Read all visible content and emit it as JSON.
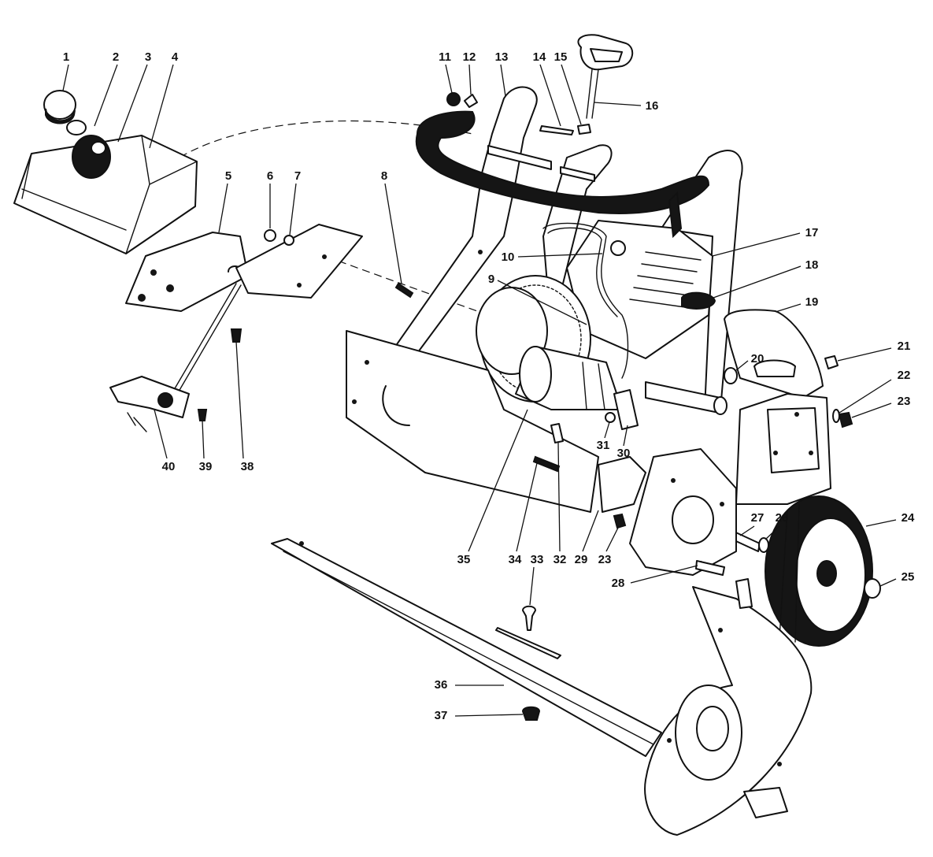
{
  "diagram": {
    "callouts": [
      {
        "id": "c1",
        "label": "1"
      },
      {
        "id": "c2",
        "label": "2"
      },
      {
        "id": "c3",
        "label": "3"
      },
      {
        "id": "c4",
        "label": "4"
      },
      {
        "id": "c5",
        "label": "5"
      },
      {
        "id": "c6",
        "label": "6"
      },
      {
        "id": "c7",
        "label": "7"
      },
      {
        "id": "c8",
        "label": "8"
      },
      {
        "id": "c9",
        "label": "9"
      },
      {
        "id": "c10",
        "label": "10"
      },
      {
        "id": "c11",
        "label": "11"
      },
      {
        "id": "c12",
        "label": "12"
      },
      {
        "id": "c13",
        "label": "13"
      },
      {
        "id": "c14",
        "label": "14"
      },
      {
        "id": "c15",
        "label": "15"
      },
      {
        "id": "c16",
        "label": "16"
      },
      {
        "id": "c17",
        "label": "17"
      },
      {
        "id": "c18",
        "label": "18"
      },
      {
        "id": "c19",
        "label": "19"
      },
      {
        "id": "c20",
        "label": "20"
      },
      {
        "id": "c21",
        "label": "21"
      },
      {
        "id": "c22",
        "label": "22"
      },
      {
        "id": "c23a",
        "label": "23"
      },
      {
        "id": "c23b",
        "label": "23"
      },
      {
        "id": "c24",
        "label": "24"
      },
      {
        "id": "c25",
        "label": "25"
      },
      {
        "id": "c26",
        "label": "26"
      },
      {
        "id": "c27",
        "label": "27"
      },
      {
        "id": "c28",
        "label": "28"
      },
      {
        "id": "c29",
        "label": "29"
      },
      {
        "id": "c30",
        "label": "30"
      },
      {
        "id": "c31",
        "label": "31"
      },
      {
        "id": "c32",
        "label": "32"
      },
      {
        "id": "c33",
        "label": "33"
      },
      {
        "id": "c34",
        "label": "34"
      },
      {
        "id": "c35",
        "label": "35"
      },
      {
        "id": "c36",
        "label": "36"
      },
      {
        "id": "c37",
        "label": "37"
      },
      {
        "id": "c38",
        "label": "38"
      },
      {
        "id": "c39",
        "label": "39"
      },
      {
        "id": "c40",
        "label": "40"
      }
    ]
  }
}
